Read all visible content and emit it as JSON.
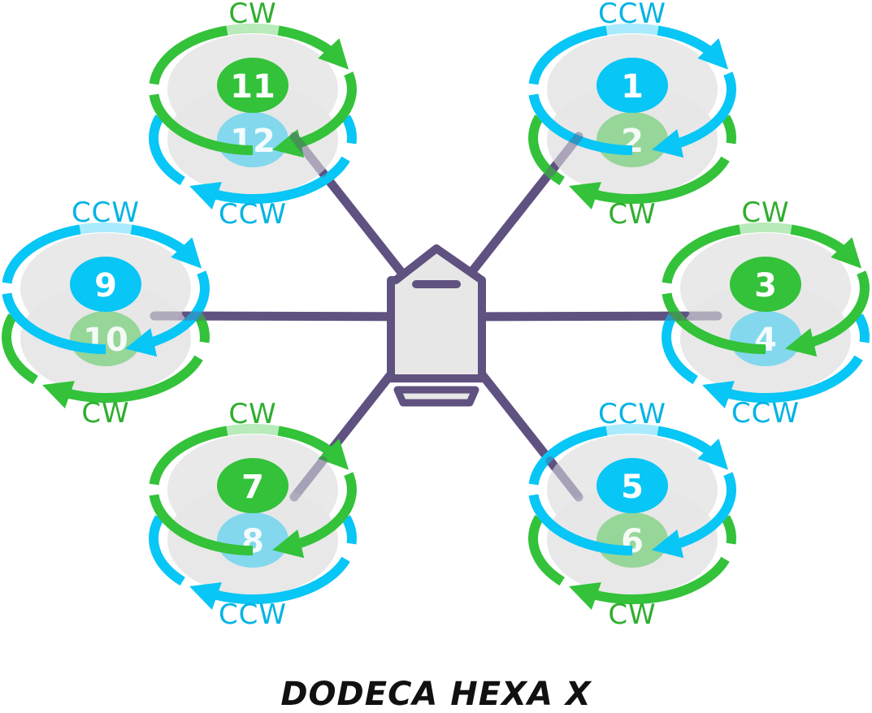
{
  "title": "DODECA HEXA X",
  "colors": {
    "cw": "#33c23a",
    "ccw": "#08c6f5",
    "frame": "#5f5180",
    "disc": "#e7e7e7",
    "label_cw": "#2fae2f",
    "label_ccw": "#00b4e4"
  },
  "motors": [
    {
      "id": "front-right",
      "top_number": "1",
      "top_dir": "CCW",
      "bottom_number": "2",
      "bottom_dir": "CW"
    },
    {
      "id": "right",
      "top_number": "3",
      "top_dir": "CW",
      "bottom_number": "4",
      "bottom_dir": "CCW"
    },
    {
      "id": "rear-right",
      "top_number": "5",
      "top_dir": "CCW",
      "bottom_number": "6",
      "bottom_dir": "CW"
    },
    {
      "id": "rear-left",
      "top_number": "7",
      "top_dir": "CW",
      "bottom_number": "8",
      "bottom_dir": "CCW"
    },
    {
      "id": "left",
      "top_number": "9",
      "top_dir": "CCW",
      "bottom_number": "10",
      "bottom_dir": "CW"
    },
    {
      "id": "front-left",
      "top_number": "11",
      "top_dir": "CW",
      "bottom_number": "12",
      "bottom_dir": "CCW"
    }
  ]
}
